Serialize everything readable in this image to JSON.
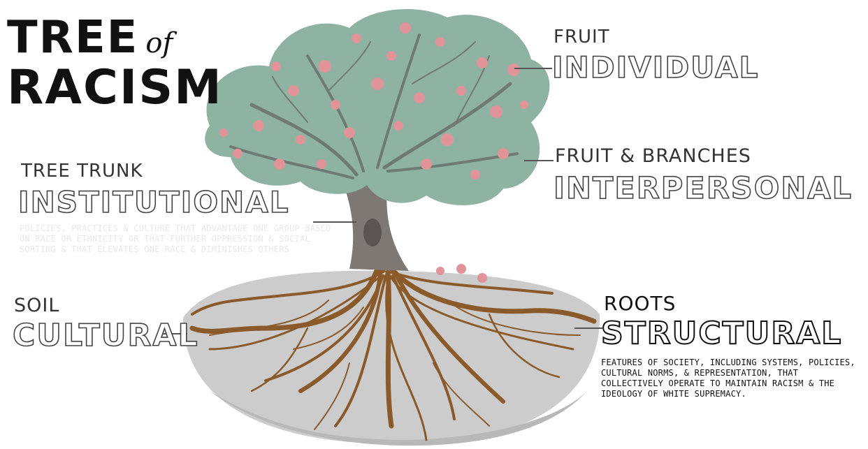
{
  "title": {
    "line1": "TREE",
    "of": "of",
    "line2": "RACISM"
  },
  "labels": {
    "fruit": {
      "small": "FRUIT",
      "big": "INDIVIDUAL"
    },
    "fruit_branches": {
      "small": "FRUIT & BRANCHES",
      "big": "INTERPERSONAL"
    },
    "trunk": {
      "small": "TREE TRUNK",
      "big": "INSTITUTIONAL",
      "desc": "POLICIES, PRACTICES & CULTURE THAT ADVANTAGE ONE GROUP BASED ON RACE OR ETHNICITY OR THAT FURTHER OPPRESSION & SOCIAL SORTING & THAT ELEVATES ONE RACE & DIMINISHES OTHERS"
    },
    "soil": {
      "small": "SOIL",
      "big": "CULTURAL"
    },
    "roots": {
      "small": "ROOTS",
      "big": "STRUCTURAL",
      "desc": "FEATURES OF SOCIETY, INCLUDING SYSTEMS, POLICIES, CULTURAL NORMS, & REPRESENTATION, THAT COLLECTIVELY OPERATE TO MAINTAIN RACISM & THE IDEOLOGY OF WHITE SUPREMACY."
    }
  },
  "colors": {
    "canopy": "#8fb3a3",
    "blossom": "#e0949a",
    "trunk": "#7e7874",
    "roots": "#8b5a2b",
    "soil": "#c9c9c9"
  }
}
